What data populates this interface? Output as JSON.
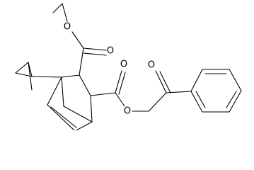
{
  "molecule": {
    "atom_labels": {
      "ester1_ether_oxygen": "O",
      "ester1_carbonyl_oxygen": "O",
      "ester2_carbonyl_oxygen": "O",
      "ester2_ether_oxygen": "O",
      "ketone_oxygen": "O"
    },
    "colors": {
      "bond": "#000000",
      "label": "#000000",
      "background": "#ffffff"
    }
  }
}
